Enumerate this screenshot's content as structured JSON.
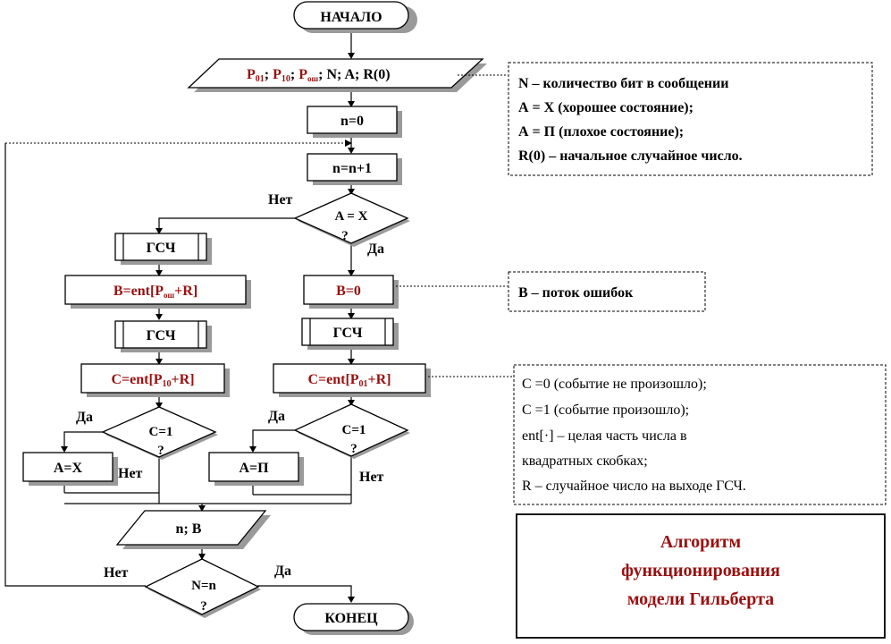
{
  "start": "НАЧАЛО",
  "end": "КОНЕЦ",
  "input": {
    "p01_base": "P",
    "p01_sub": "01",
    "sep1": "; ",
    "p10_base": "P",
    "p10_sub": "10",
    "sep2": "; ",
    "pош_base": "P",
    "pош_sub": "ош",
    "rest": "; N; A; R(0)"
  },
  "n_init": "n=0",
  "n_incr": "n=n+1",
  "cond_a": {
    "line1": "A = X",
    "line2": "?"
  },
  "rng": "ГСЧ",
  "left_b": {
    "pre": "B=ent[P",
    "sub": "ош",
    "post": "+R]"
  },
  "right_b": "B=0",
  "left_c": {
    "pre": "C=ent[P",
    "sub": "10",
    "post": "+R]"
  },
  "right_c": {
    "pre": "C=ent[P",
    "sub": "01",
    "post": "+R]"
  },
  "cond_c": {
    "line1": "C=1",
    "line2": "?"
  },
  "set_ax": "A=X",
  "set_ap": "A=П",
  "output": "n; B",
  "cond_n": {
    "line1": "N=n",
    "line2": "?"
  },
  "labels": {
    "yes": "Да",
    "no": "Нет"
  },
  "note1": [
    "N – количество бит в сообщении",
    "А = Х (хорошее состояние);",
    "А = П (плохое состояние);",
    "R(0) – начальное случайное число."
  ],
  "note2": "B – поток ошибок",
  "note3": [
    "С =0 (событие не произошло);",
    " С =1 (событие произошло);",
    "ent[·] – целая часть числа в",
    "квадратных скобках;",
    "R – случайное число на выходе ГСЧ."
  ],
  "title": [
    "Алгоритм",
    "функционирования",
    "модели Гильберта"
  ],
  "colors": {
    "accent_red": "#9a1010",
    "shadow_gray": "#9a9a9a"
  }
}
